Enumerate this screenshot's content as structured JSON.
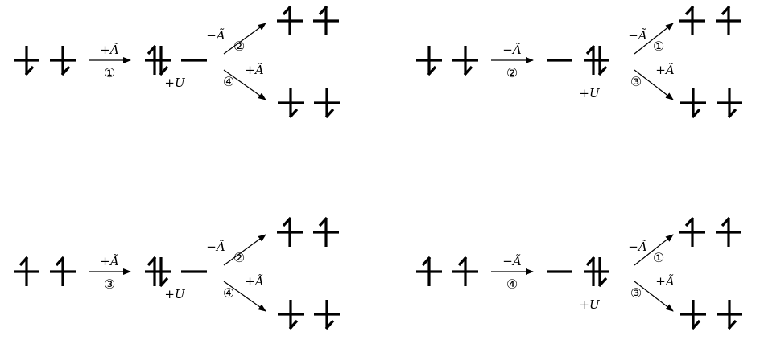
{
  "labels": {
    "plus_a": "+Ã",
    "minus_a": "−Ã",
    "plus_u": "+U"
  },
  "steps": {
    "one": "①",
    "two": "②",
    "three": "③",
    "four": "④"
  },
  "colors": {
    "ink": "#000000",
    "background": "#ffffff"
  },
  "panels": [
    {
      "id": "top-left",
      "initial_spins": [
        "down",
        "down"
      ],
      "first_label": "+Ã",
      "first_step": "①",
      "doublon_site": "left",
      "upper_label": "−Ã",
      "upper_step": "②",
      "lower_label": "+Ã",
      "lower_step": "④",
      "upper_final": [
        "up",
        "up"
      ],
      "lower_final": [
        "down",
        "down"
      ]
    },
    {
      "id": "top-right",
      "initial_spins": [
        "down",
        "down"
      ],
      "first_label": "−Ã",
      "first_step": "②",
      "doublon_site": "right",
      "upper_label": "−Ã",
      "upper_step": "①",
      "lower_label": "+Ã",
      "lower_step": "③",
      "upper_final": [
        "up",
        "up"
      ],
      "lower_final": [
        "down",
        "down"
      ]
    },
    {
      "id": "bottom-left",
      "initial_spins": [
        "up",
        "up"
      ],
      "first_label": "+Ã",
      "first_step": "③",
      "doublon_site": "left",
      "upper_label": "−Ã",
      "upper_step": "②",
      "lower_label": "+Ã",
      "lower_step": "④",
      "upper_final": [
        "up",
        "up"
      ],
      "lower_final": [
        "down",
        "down"
      ]
    },
    {
      "id": "bottom-right",
      "initial_spins": [
        "up",
        "up"
      ],
      "first_label": "−Ã",
      "first_step": "④",
      "doublon_site": "right",
      "upper_label": "−Ã",
      "upper_step": "①",
      "lower_label": "+Ã",
      "lower_step": "③",
      "upper_final": [
        "up",
        "up"
      ],
      "lower_final": [
        "down",
        "down"
      ]
    }
  ]
}
